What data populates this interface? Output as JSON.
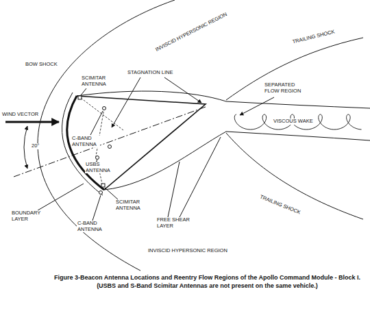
{
  "diagram": {
    "caption": "Figure 3-Beacon Antenna Locations and Reentry Flow Regions of the Apollo Command Module - Block I. (USBS and S-Band Scimitar Antennas are not present on the same vehicle.)",
    "labels": [
      "INVISCID HYPERSONIC REGION",
      "BOW SHOCK",
      "TRAILING SHOCK",
      "STAGNATION LINE",
      "SEPARATED FLOW REGION",
      "SCIMITAR ANTENNA",
      "WIND VECTOR",
      "C-BAND ANTENNA",
      "VISCOUS WAKE",
      "USBS ANTENNA",
      "20°",
      "TRAILING SHOCK",
      "SCIMITAR ANTENNA",
      "BOUNDARY LAYER",
      "FREE SHEAR LAYER",
      "C-BAND ANTENNA",
      "INVISCID HYPERSONIC REGION"
    ]
  }
}
